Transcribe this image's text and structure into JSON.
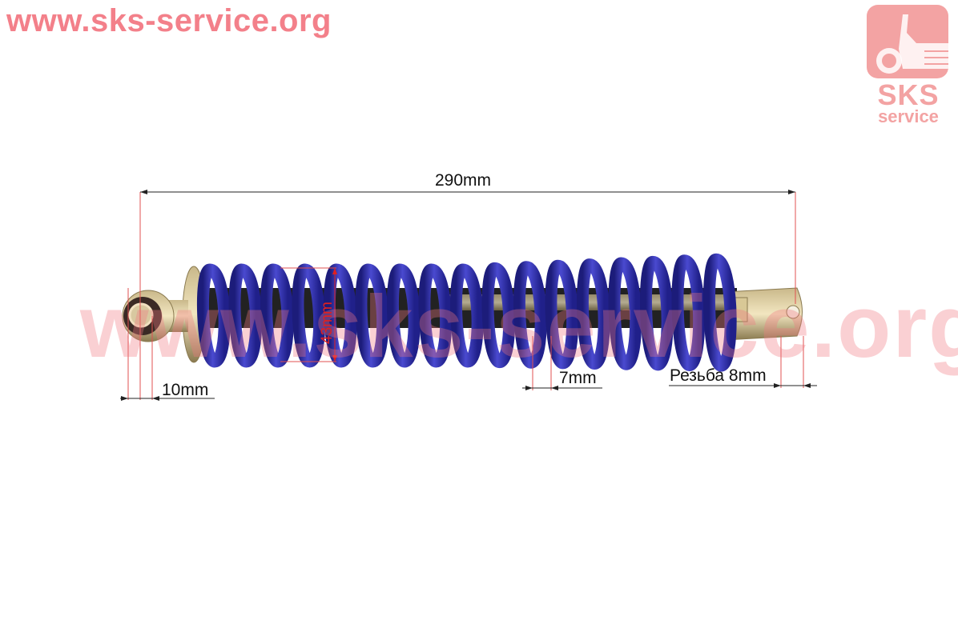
{
  "watermark_top": "www.sks-service.org",
  "watermark_center": "www.sks-service.org",
  "logo": {
    "line1": "SKS",
    "line2": "service"
  },
  "dimensions": {
    "length": "290mm",
    "eye_width": "10mm",
    "spring_diameter": "43mm",
    "coil_wire": "7mm",
    "thread": "Резьба 8mm"
  },
  "colors": {
    "spring": "#3a3ab8",
    "annotation": "#e02020",
    "watermark": "#f3808a"
  }
}
